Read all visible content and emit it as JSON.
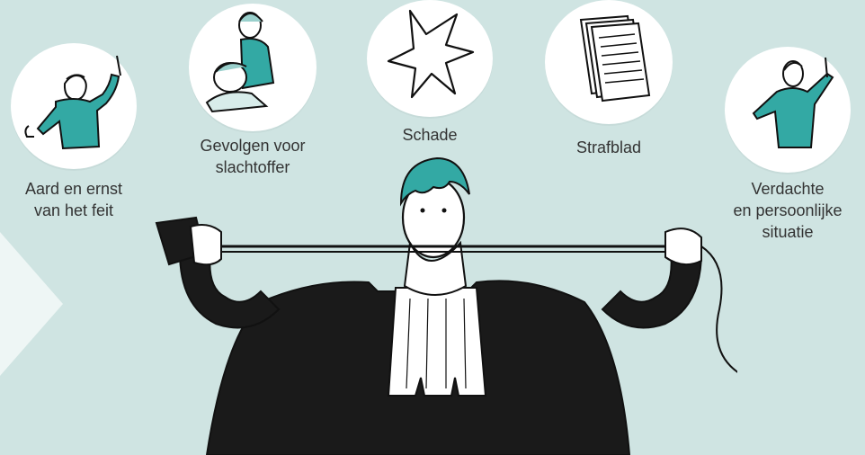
{
  "factors": [
    {
      "id": "aard",
      "label": "Aard en ernst\nvan het feit",
      "icon": "man-with-knife-icon"
    },
    {
      "id": "gevolgen",
      "label": "Gevolgen voor\nslachtoffer",
      "icon": "comforting-victim-icon"
    },
    {
      "id": "schade",
      "label": "Schade",
      "icon": "damage-splat-icon"
    },
    {
      "id": "strafblad",
      "label": "Strafblad",
      "icon": "documents-stack-icon"
    },
    {
      "id": "verdachte",
      "label": "Verdachte\nen persoonlijke\nsituatie",
      "icon": "suspect-person-icon"
    }
  ],
  "central_figure": "judge-measuring-tape-icon",
  "colors": {
    "background": "#cfe4e2",
    "circle": "#ffffff",
    "accent_teal": "#33a9a4",
    "robe": "#1a1a1a",
    "text": "#333333"
  }
}
